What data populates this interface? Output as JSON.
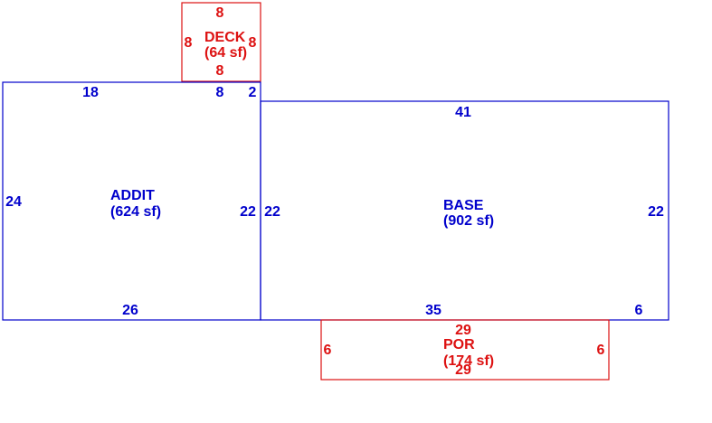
{
  "colors": {
    "base": "#0000cc",
    "accent": "#dd1111",
    "background": "#ffffff"
  },
  "areas": {
    "deck": {
      "name": "DECK",
      "area": "(64 sf)",
      "dims": {
        "top": "8",
        "left": "8",
        "right": "8",
        "bottom": "8"
      }
    },
    "addit": {
      "name": "ADDIT",
      "area": "(624 sf)",
      "dims": {
        "top": "18",
        "top_right": "8",
        "top_corner": "2",
        "left": "24",
        "right": "22",
        "bottom": "26"
      }
    },
    "base": {
      "name": "BASE",
      "area": "(902 sf)",
      "dims": {
        "top": "41",
        "left": "22",
        "right": "22",
        "bottom": "35",
        "bottom_right": "6"
      }
    },
    "por": {
      "name": "POR",
      "area": "(174 sf)",
      "dims": {
        "top": "29",
        "left": "6",
        "right": "6",
        "bottom": "29"
      }
    }
  }
}
